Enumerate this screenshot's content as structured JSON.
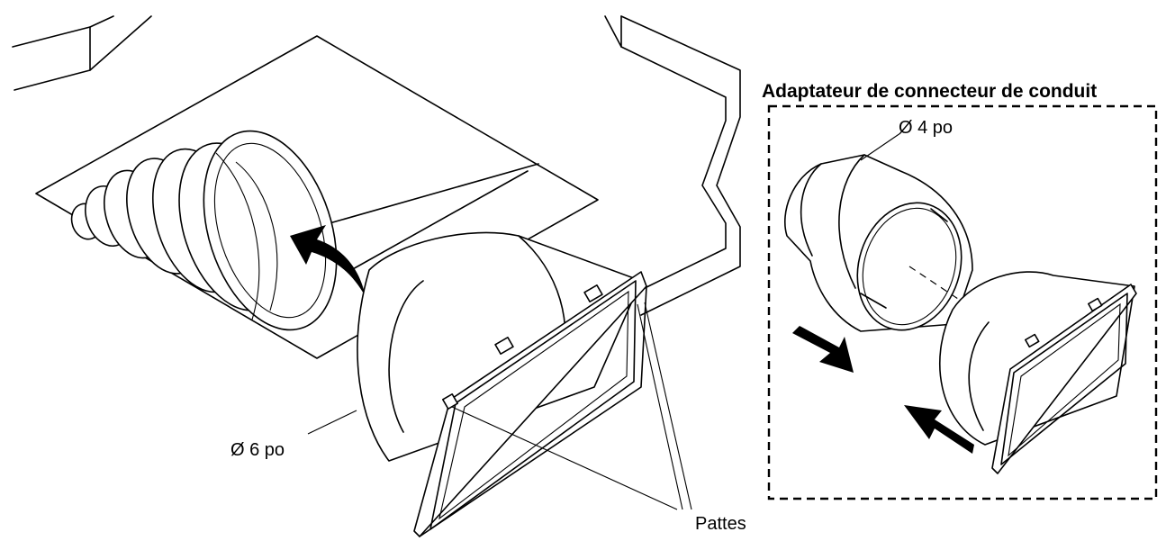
{
  "labels": {
    "inset_title": "Adaptateur de connecteur de conduit",
    "small_diameter": "Ø 4 po",
    "large_diameter": "Ø 6 po",
    "tabs": "Pattes"
  },
  "colors": {
    "line": "#000000",
    "background": "#ffffff"
  }
}
